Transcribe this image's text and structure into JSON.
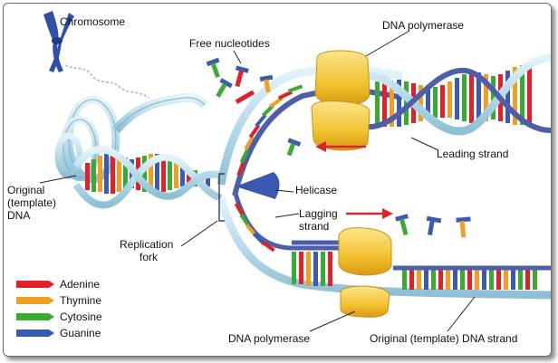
{
  "labels": {
    "chromosome": "Chromosome",
    "free_nucleotides": "Free nucleotides",
    "dna_polymerase_top": "DNA polymerase",
    "leading_strand": "Leading strand",
    "original_template_l1": "Original",
    "original_template_l2": "(template)",
    "original_template_l3": "DNA",
    "helicase": "Helicase",
    "lagging_strand_l1": "Lagging",
    "lagging_strand_l2": "strand",
    "replication_fork_l1": "Replication",
    "replication_fork_l2": "fork",
    "dna_polymerase_bottom": "DNA polymerase",
    "original_strand_bottom": "Original (template) DNA strand"
  },
  "legend": [
    {
      "name": "Adenine",
      "color": "#e0202a"
    },
    {
      "name": "Thymine",
      "color": "#f0a020"
    },
    {
      "name": "Cytosine",
      "color": "#3aaa35"
    },
    {
      "name": "Guanine",
      "color": "#3a5bb0"
    }
  ],
  "colors": {
    "backbone": "#b8dcea",
    "backbone_edge": "#6f9fb8",
    "template_strand": "#4d5fa8",
    "polymerase": "#f2c230",
    "helicase": "#3a58b0",
    "arrow": "#d42a2a",
    "chromosome": "#2f4fa8"
  }
}
